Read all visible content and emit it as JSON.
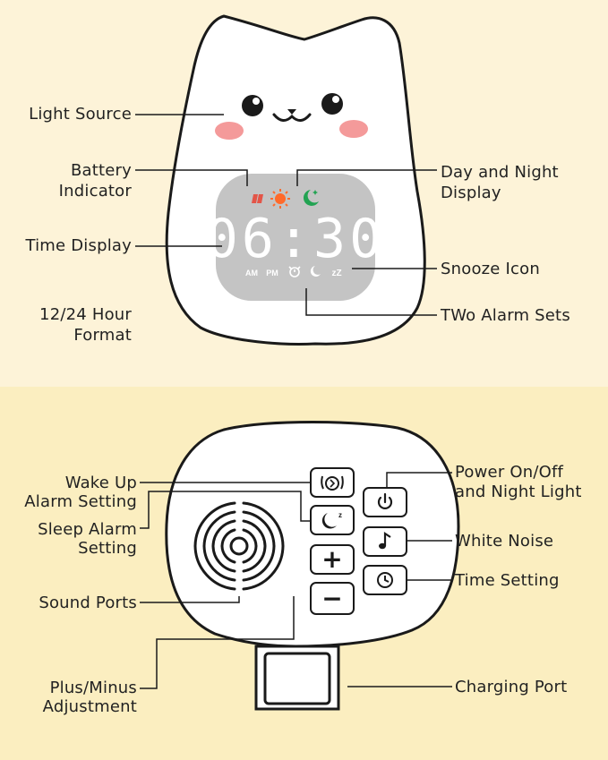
{
  "colors": {
    "top_background": "#fdf3d8",
    "bottom_background": "#fbeec0",
    "outline": "#1a1a1a",
    "body_fill": "#ffffff",
    "cheek": "#f49a9a",
    "screen": "#c4c4c4",
    "sun": "#ff6a2b",
    "moon": "#22a352",
    "battery": "#e35548"
  },
  "display": {
    "time": "06:30",
    "am": "AM",
    "pm": "PM",
    "snooze": "zZ"
  },
  "labels": {
    "light_source": "Light Source",
    "battery_1": "Battery",
    "battery_2": "Indicator",
    "time_display": "Time Display",
    "hour_format_1": "12/24 Hour",
    "hour_format_2": "Format",
    "day_night_1": "Day and Night",
    "day_night_2": "Display",
    "snooze_icon": "Snooze Icon",
    "two_alarm_sets": "TWo Alarm Sets",
    "wake_up_1": "Wake Up",
    "wake_up_2": "Alarm Setting",
    "sleep_alarm_1": "Sleep Alarm",
    "sleep_alarm_2": "Setting",
    "sound_ports": "Sound Ports",
    "plus_minus_1": "Plus/Minus",
    "plus_minus_2": "Adjustment",
    "power_1": "Power On/Off",
    "power_2": "and Night Light",
    "white_noise": "White Noise",
    "time_setting": "Time Setting",
    "charging_port": "Charging Port"
  },
  "buttons": {
    "plus": "+",
    "minus": "−"
  },
  "icons": [
    "battery-icon",
    "sun-icon",
    "moon-icon",
    "alarm-icon",
    "snooze-icon",
    "wake-up-alarm-icon",
    "sleep-alarm-icon",
    "power-icon",
    "music-note-icon",
    "clock-icon",
    "speaker-grille-icon"
  ]
}
